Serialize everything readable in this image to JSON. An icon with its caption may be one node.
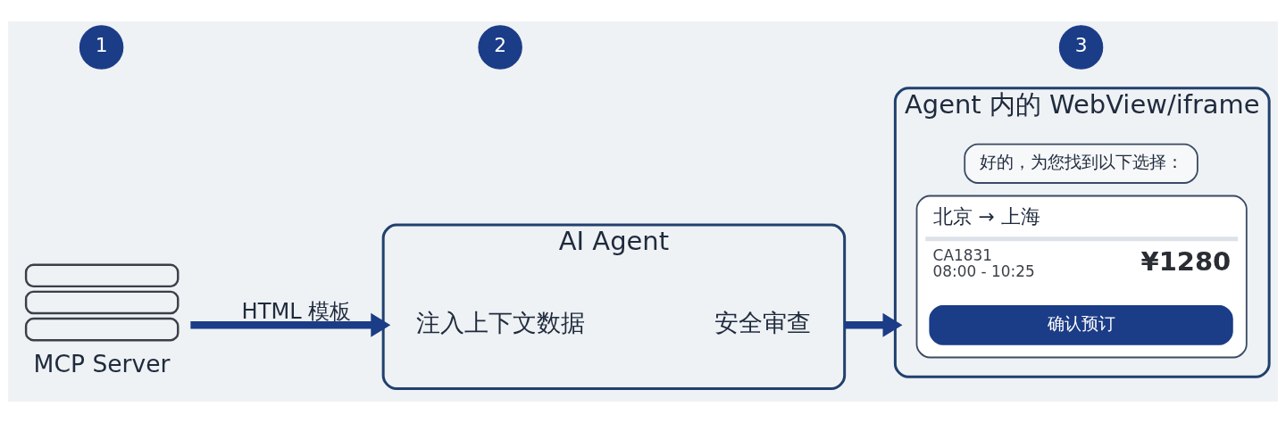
{
  "diagram": {
    "nodes": [
      {
        "text": [
          "1"
        ]
      },
      {
        "text": [
          "MCP Server"
        ]
      },
      {
        "text": [
          "2"
        ]
      },
      {
        "text": [
          "AI Agent"
        ]
      },
      {
        "text": [
          "注入上下文数据"
        ],
        "in": 3
      },
      {
        "text": [
          "安全审查"
        ],
        "in": 3
      },
      {
        "text": [
          "3"
        ]
      },
      {
        "text": [
          "Agent 内的 WebView/iframe"
        ]
      },
      {
        "text": [
          "好的，为您找到以下选择："
        ],
        "in": 7
      },
      {
        "text": [
          "北京 → 上海",
          "CA1831",
          "08:00 - 10:25",
          "¥1280"
        ],
        "in": 7
      },
      {
        "text": [
          "确认预订"
        ],
        "in": 9
      }
    ],
    "edges": [
      {
        "from": 1,
        "to": 3,
        "arrow": "to",
        "label": "HTML 模板"
      },
      {
        "from": 3,
        "to": 7,
        "arrow": "to"
      }
    ]
  }
}
